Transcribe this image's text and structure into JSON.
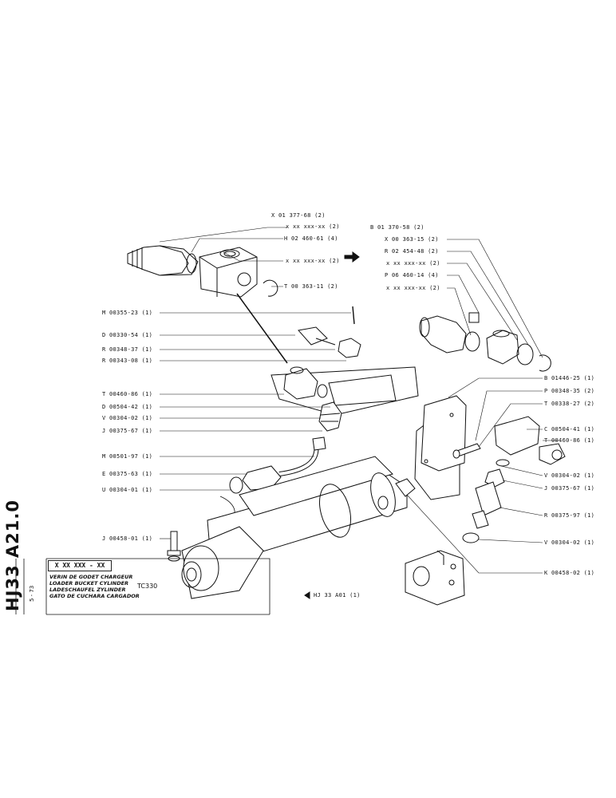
{
  "document": {
    "code": "HJ33 A21.0",
    "date": "5 - 73",
    "part_number": "X XX XXX - XX",
    "titles": {
      "fr": "VERIN DE GODET CHARGEUR",
      "en": "LOADER BUCKET CYLINDER",
      "de": "LADESCHAUFEL ZYLINDER",
      "es": "GATO DE CUCHARA CARGADOR"
    },
    "machine_model": "TC330",
    "reference": "HJ 33 A01 (1)"
  },
  "labels": {
    "top_left": [
      "X 01  377-68 (2)",
      "x  xx  xxx-xx  (2)",
      "H 02  460-61  (4)",
      "x  xx  xxx-xx  (2)",
      "T 00  363-11  (2)"
    ],
    "top_right": [
      "B 01  370-58 (2)",
      "X 00  363-15  (2)",
      "R 02  454-48  (2)",
      "x  xx  xxx-xx  (2)",
      "P 06  460-14  (4)",
      "x  xx  xxx-xx  (2)"
    ],
    "left": [
      "M 00355-23 (1)",
      "D 00330-54 (1)",
      "R 00348-37 (1)",
      "R 00343-08 (1)",
      "T 00460-86 (1)",
      "D 00504-42 (1)",
      "V 00304-02 (1)",
      "J 00375-67 (1)",
      "M 00501-97 (1)",
      "E 00375-63 (1)",
      "U 00304-01 (1)",
      "J 00458-01 (1)"
    ],
    "right": [
      "B 01446-25 (1)",
      "P 00348-35 (2)",
      "T 00338-27 (2)",
      "C 00504-41 (1)",
      "T 00460-86 (1)",
      "V 00304-02 (1)",
      "J 00375-67 (1)",
      "R 00375-97 (1)",
      "V 00304-02 (1)",
      "K 00458-02 (1)"
    ]
  }
}
